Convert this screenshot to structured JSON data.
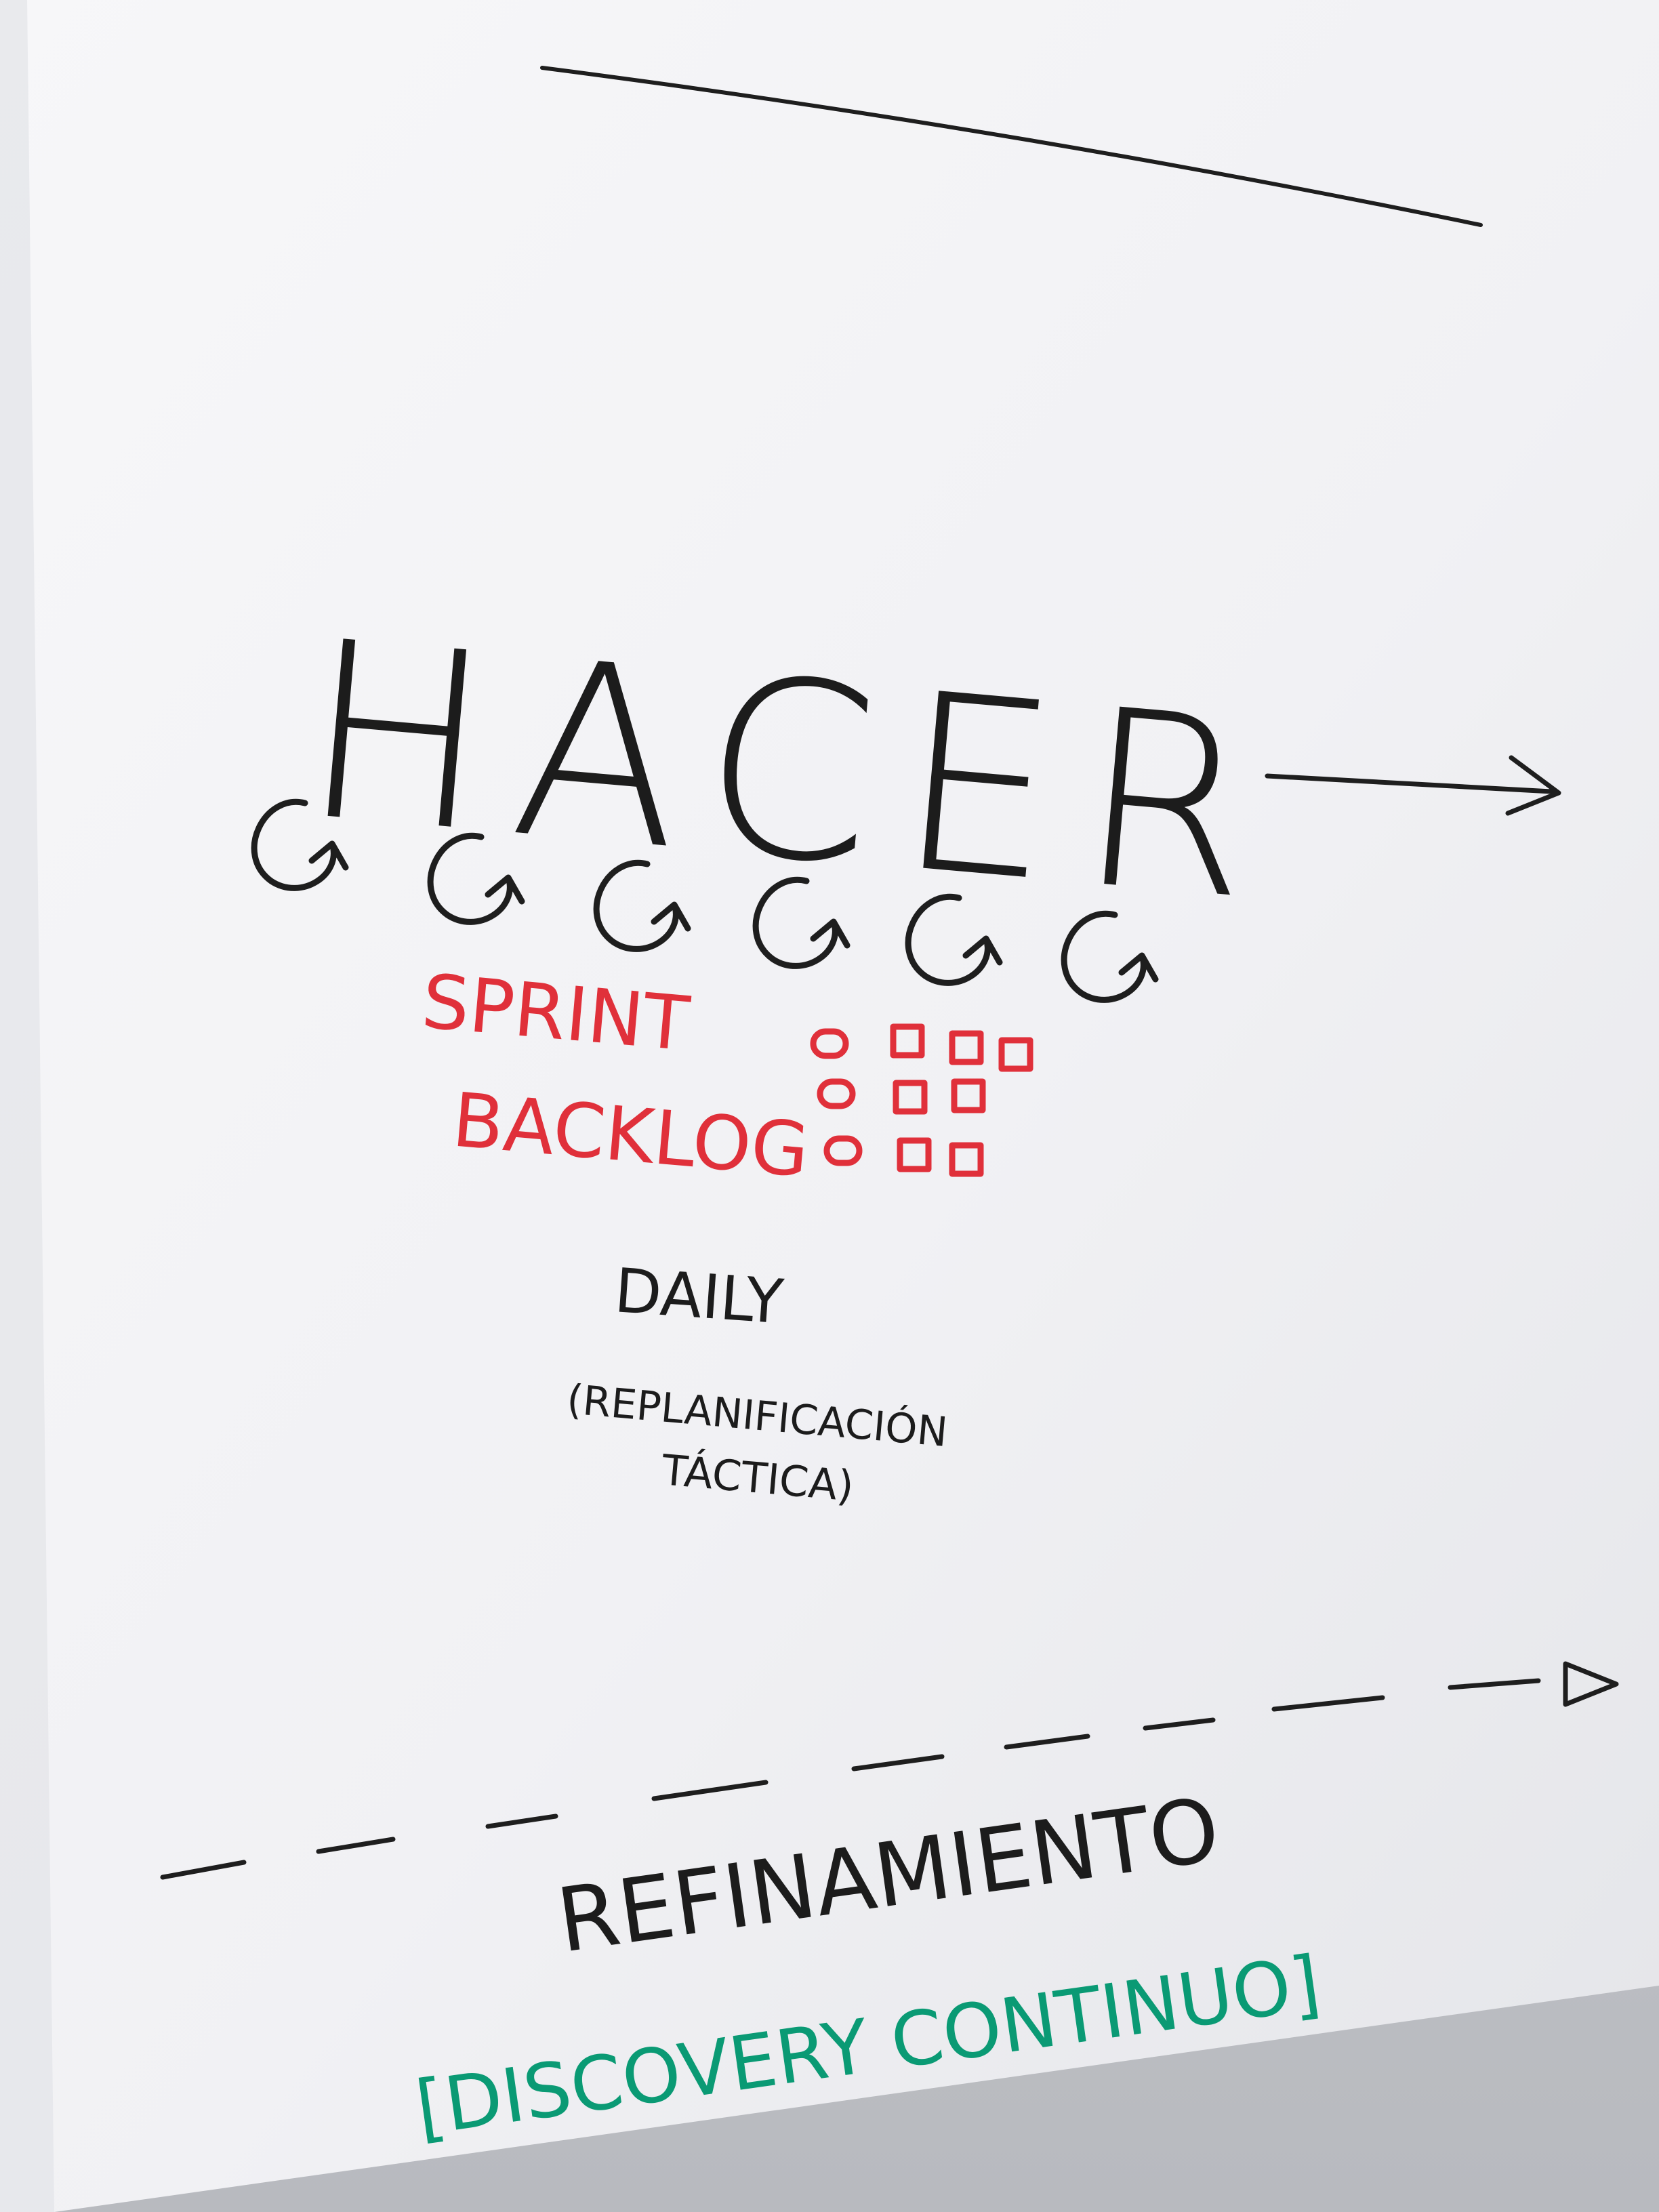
{
  "board": {
    "title": "HACER",
    "sprint_line1": "SPRINT",
    "sprint_line2": "BACKLOG",
    "daily": "DAILY",
    "daily_note_line1": "(REPLANIFICACIÓN",
    "daily_note_line2": "TÁCTICA)",
    "refinement": "REFINAMIENTO",
    "discovery": "[DISCOVERY CONTINUO]"
  },
  "colors": {
    "black_marker": "#1e1e1e",
    "red_marker": "#e0303a",
    "green_marker": "#0a9a74",
    "paper": "#f4f4f6"
  },
  "icons": {
    "cycle": "sprint-loop-icon",
    "arrow": "right-arrow-icon",
    "task": "task-square-icon"
  }
}
